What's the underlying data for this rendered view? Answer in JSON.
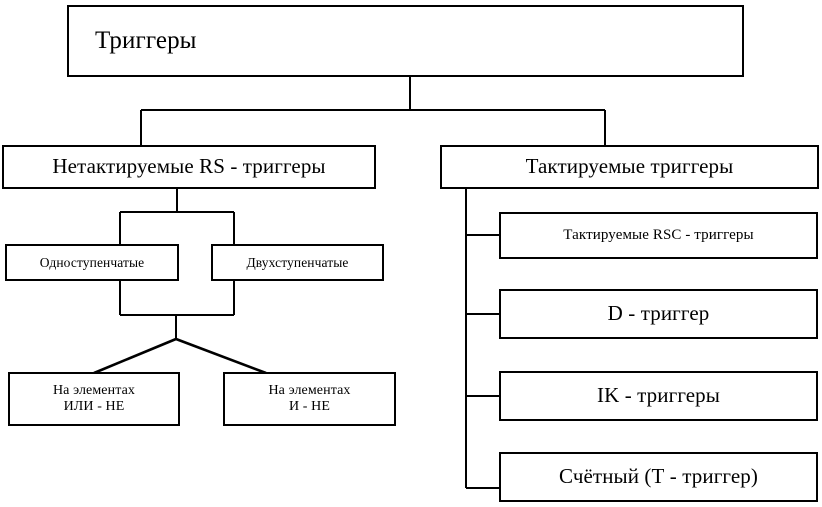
{
  "diagram": {
    "title": "Триггеры",
    "type": "classification-tree",
    "root": {
      "id": "root",
      "label": "Триггеры"
    },
    "level2": [
      {
        "id": "untimed-rs",
        "label": "Нетактируемые RS - триггеры"
      },
      {
        "id": "clocked",
        "label": "Тактируемые триггеры"
      }
    ],
    "level3_left": [
      {
        "id": "single-stage",
        "label": "Одноступенчатые"
      },
      {
        "id": "double-stage",
        "label": "Двухступенчатые"
      }
    ],
    "leaves_left": [
      {
        "id": "or-not",
        "label": "На элементах\nИЛИ - НЕ"
      },
      {
        "id": "and-not",
        "label": "На элементах\nИ - НЕ"
      }
    ],
    "right_branch": [
      {
        "id": "rsc",
        "label": "Тактируемые RSC - триггеры"
      },
      {
        "id": "d-trigger",
        "label": "D - триггер"
      },
      {
        "id": "ik-trigger",
        "label": "IK - триггеры"
      },
      {
        "id": "t-trigger",
        "label": "Счётный (Т - триггер)"
      }
    ],
    "colors": {
      "background": "#ffffff",
      "stroke": "#000000",
      "box_fill": "#ffffff",
      "text": "#000000"
    }
  }
}
